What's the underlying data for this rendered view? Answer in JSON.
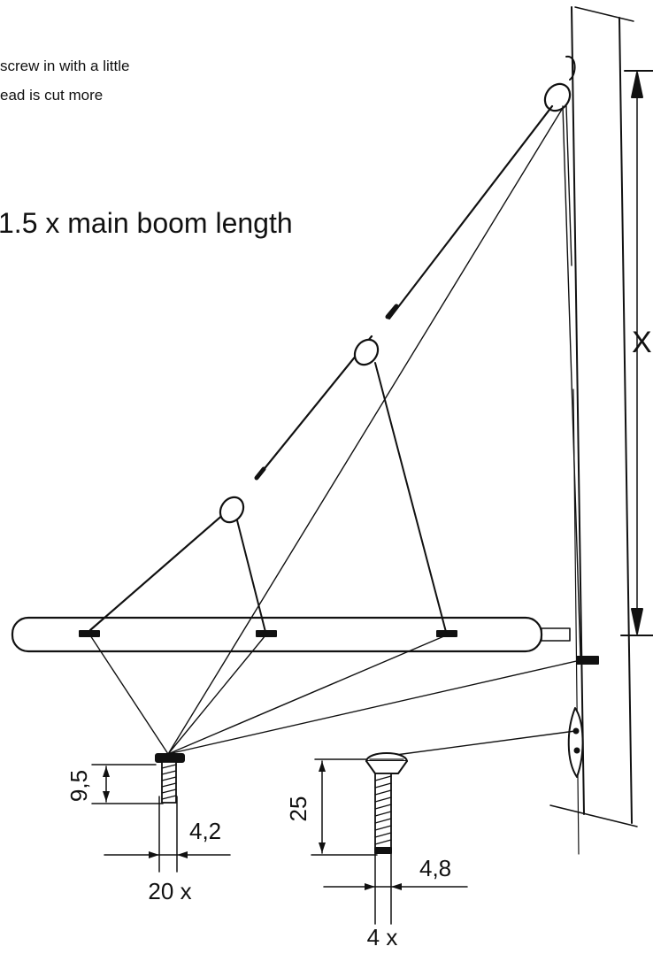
{
  "notes": {
    "line1": "screw in with a little",
    "line2": "ead is cut more"
  },
  "headline": "1.5 x main boom length",
  "dimensions": {
    "mast_height": "X",
    "small_screw_length": "9,5",
    "small_screw_diameter": "4,2",
    "small_screw_qty": "20 x",
    "large_screw_length": "25",
    "large_screw_diameter": "4,8",
    "large_screw_qty": "4 x"
  },
  "colors": {
    "ink": "#111111",
    "paper": "#ffffff"
  }
}
